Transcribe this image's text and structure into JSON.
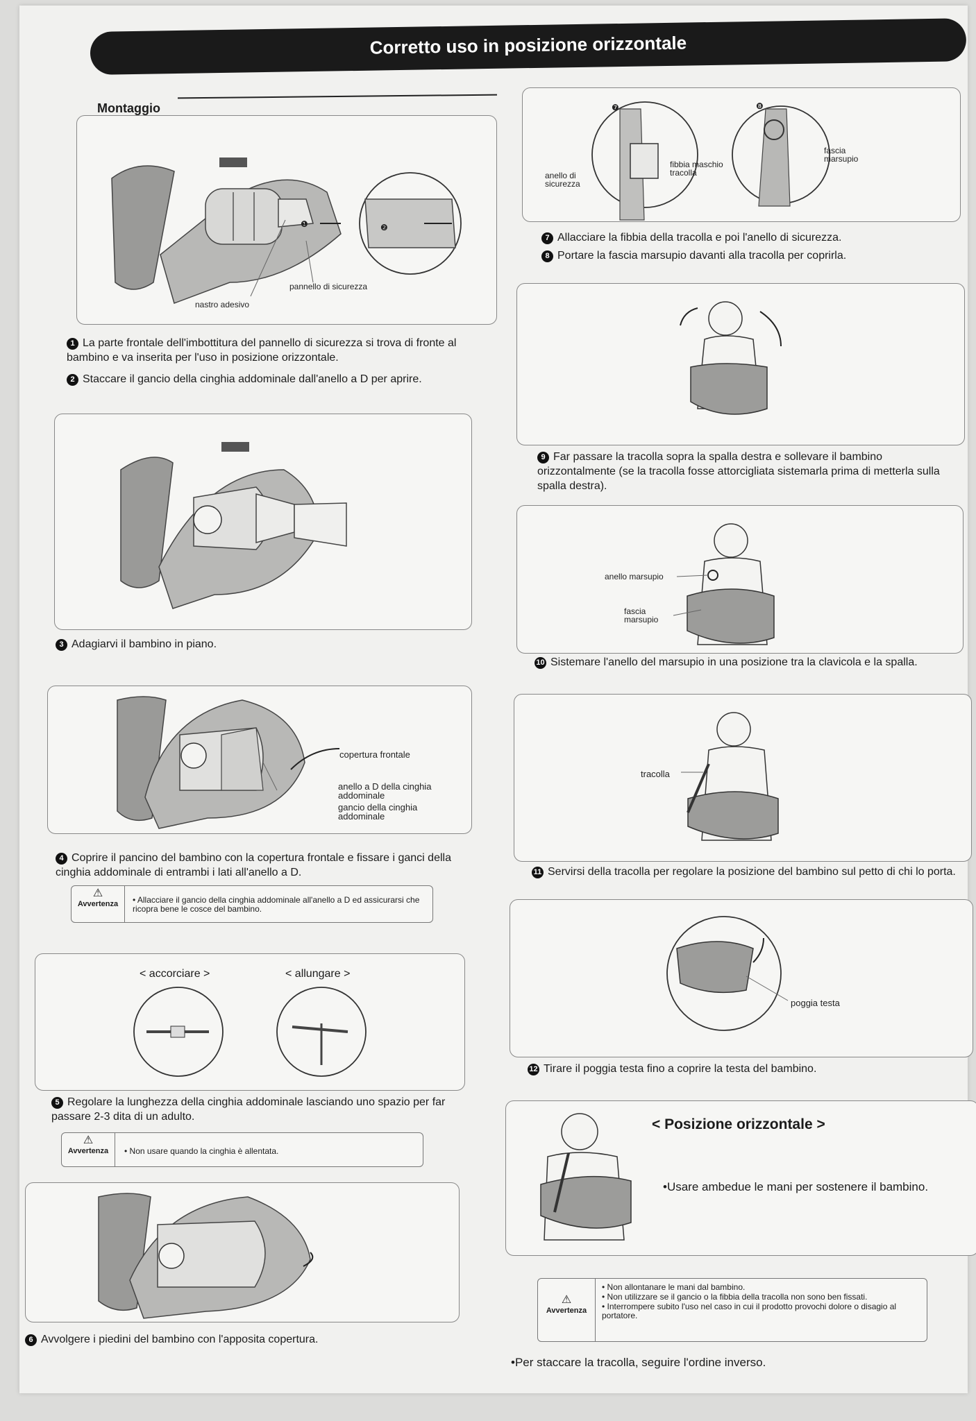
{
  "header": {
    "title": "Corretto uso in posizione orizzontale"
  },
  "section": {
    "title": "Montaggio"
  },
  "figures": {
    "fig1": {
      "callout1": "❶",
      "callout2": "❷",
      "label_panel": "pannello di sicurezza",
      "label_tape": "nastro adesivo"
    },
    "fig4": {
      "label_cover": "copertura frontale",
      "label_ring": "anello a D della cinghia addominale",
      "label_hook": "gancio della cinghia addominale"
    },
    "fig5": {
      "shorten": "< accorciare >",
      "lengthen": "< allungare >"
    },
    "fig78": {
      "callout7": "❼",
      "callout8": "❽",
      "label_safety_ring": "anello di sicurezza",
      "label_buckle": "fibbia maschio tracolla",
      "label_band": "fascia marsupio"
    },
    "fig10": {
      "label_ring": "anello marsupio",
      "label_band": "fascia marsupio"
    },
    "fig11": {
      "label_strap": "tracolla"
    },
    "fig12": {
      "label_headrest": "poggia testa"
    }
  },
  "steps": {
    "s1": {
      "num": "1",
      "text": "La parte frontale dell'imbottitura del pannello di sicurezza si trova di fronte al bambino e va inserita per l'uso in posizione orizzontale."
    },
    "s2": {
      "num": "2",
      "text": "Staccare il gancio della cinghia addominale dall'anello a D per aprire."
    },
    "s3": {
      "num": "3",
      "text": "Adagiarvi il bambino in piano."
    },
    "s4": {
      "num": "4",
      "text": "Coprire il pancino del bambino con la copertura frontale e fissare i ganci della cinghia addominale di entrambi i lati all'anello a D."
    },
    "s5": {
      "num": "5",
      "text": "Regolare la lunghezza della cinghia addominale lasciando uno spazio per far passare 2-3 dita di un adulto."
    },
    "s6": {
      "num": "6",
      "text": "Avvolgere i piedini del bambino con l'apposita copertura."
    },
    "s7": {
      "num": "7",
      "text": "Allacciare la fibbia della tracolla e poi l'anello di sicurezza."
    },
    "s8": {
      "num": "8",
      "text": "Portare la fascia marsupio davanti alla tracolla per coprirla."
    },
    "s9": {
      "num": "9",
      "text": "Far passare la tracolla sopra la spalla destra e sollevare il bambino orizzontalmente (se la tracolla fosse attorcigliata sistemarla prima di metterla sulla spalla destra)."
    },
    "s10": {
      "num": "10",
      "text": "Sistemare l'anello del marsupio in una posizione tra la clavicola e la spalla."
    },
    "s11": {
      "num": "11",
      "text": "Servirsi della tracolla per regolare la posizione del bambino sul petto di chi lo porta."
    },
    "s12": {
      "num": "12",
      "text": "Tirare il poggia testa fino a coprire la testa del bambino."
    }
  },
  "warnings": {
    "label": "Avvertenza",
    "w1": "• Allacciare il gancio della cinghia addominale all'anello a D ed assicurarsi che ricopra bene le cosce del bambino.",
    "w2": "• Non usare quando la cinghia è allentata.",
    "w3_1": "• Non allontanare le mani dal bambino.",
    "w3_2": "• Non utilizzare se il gancio o la fibbia della tracolla non sono ben fissati.",
    "w3_3": "• Interrompere subito l'uso nel caso in cui il prodotto provochi dolore o disagio al portatore."
  },
  "position_box": {
    "title": "< Posizione orizzontale >",
    "text": "•Usare ambedue le mani per sostenere il bambino."
  },
  "final_note": "•Per staccare la tracolla, seguire l'ordine inverso."
}
